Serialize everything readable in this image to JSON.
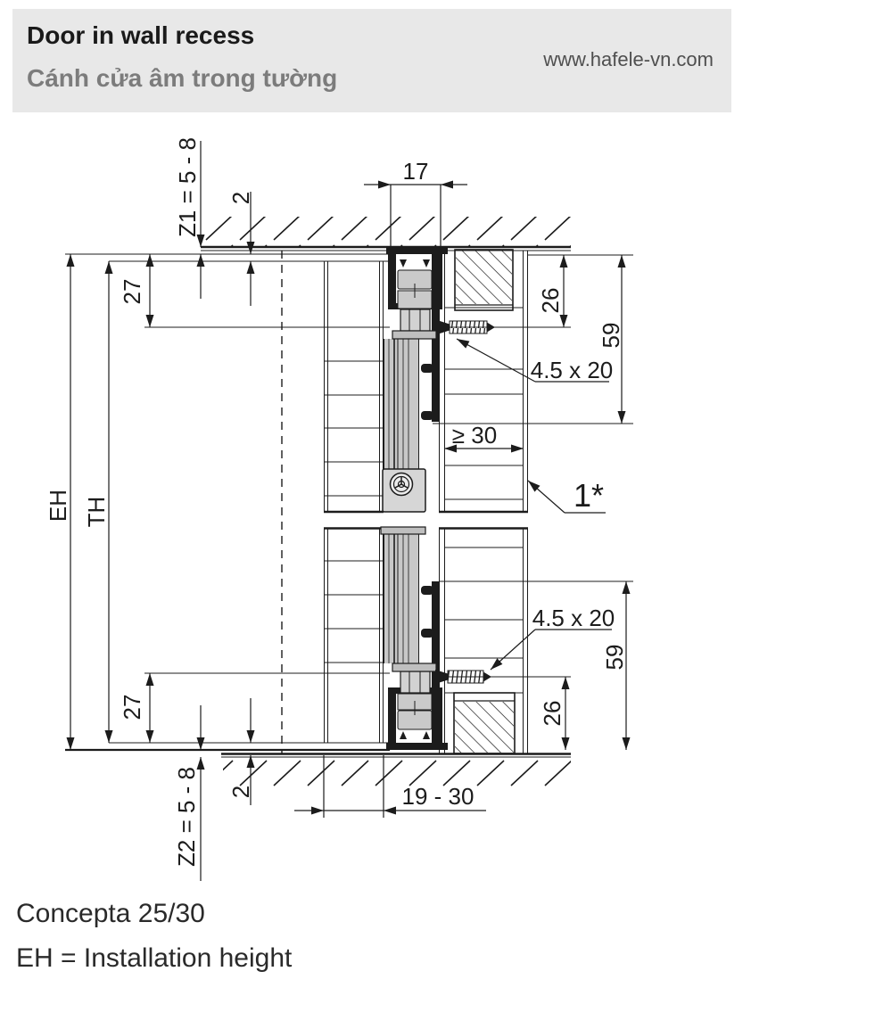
{
  "header": {
    "title": "Door in wall recess",
    "subtitle": "Cánh cửa âm trong tường",
    "website": "www.hafele-vn.com"
  },
  "footer": {
    "product": "Concepta 25/30",
    "legend": "EH = Installation height"
  },
  "dims": {
    "track_width": "17",
    "z1_clearance": "Z1 = 5 - 8",
    "top_gap": "2",
    "top_inset": "27",
    "top_block": "26",
    "top_profile": "59",
    "top_screw": "4.5 x 20",
    "wall_min": "≥ 30",
    "note_ref": "1*",
    "installation_height": "EH",
    "door_height": "TH",
    "bottom_screw": "4.5 x 20",
    "bottom_profile": "59",
    "bottom_block": "26",
    "bottom_inset": "27",
    "bottom_gap": "2",
    "z2_clearance": "Z2 = 5 - 8",
    "door_thickness": "19 - 30"
  }
}
